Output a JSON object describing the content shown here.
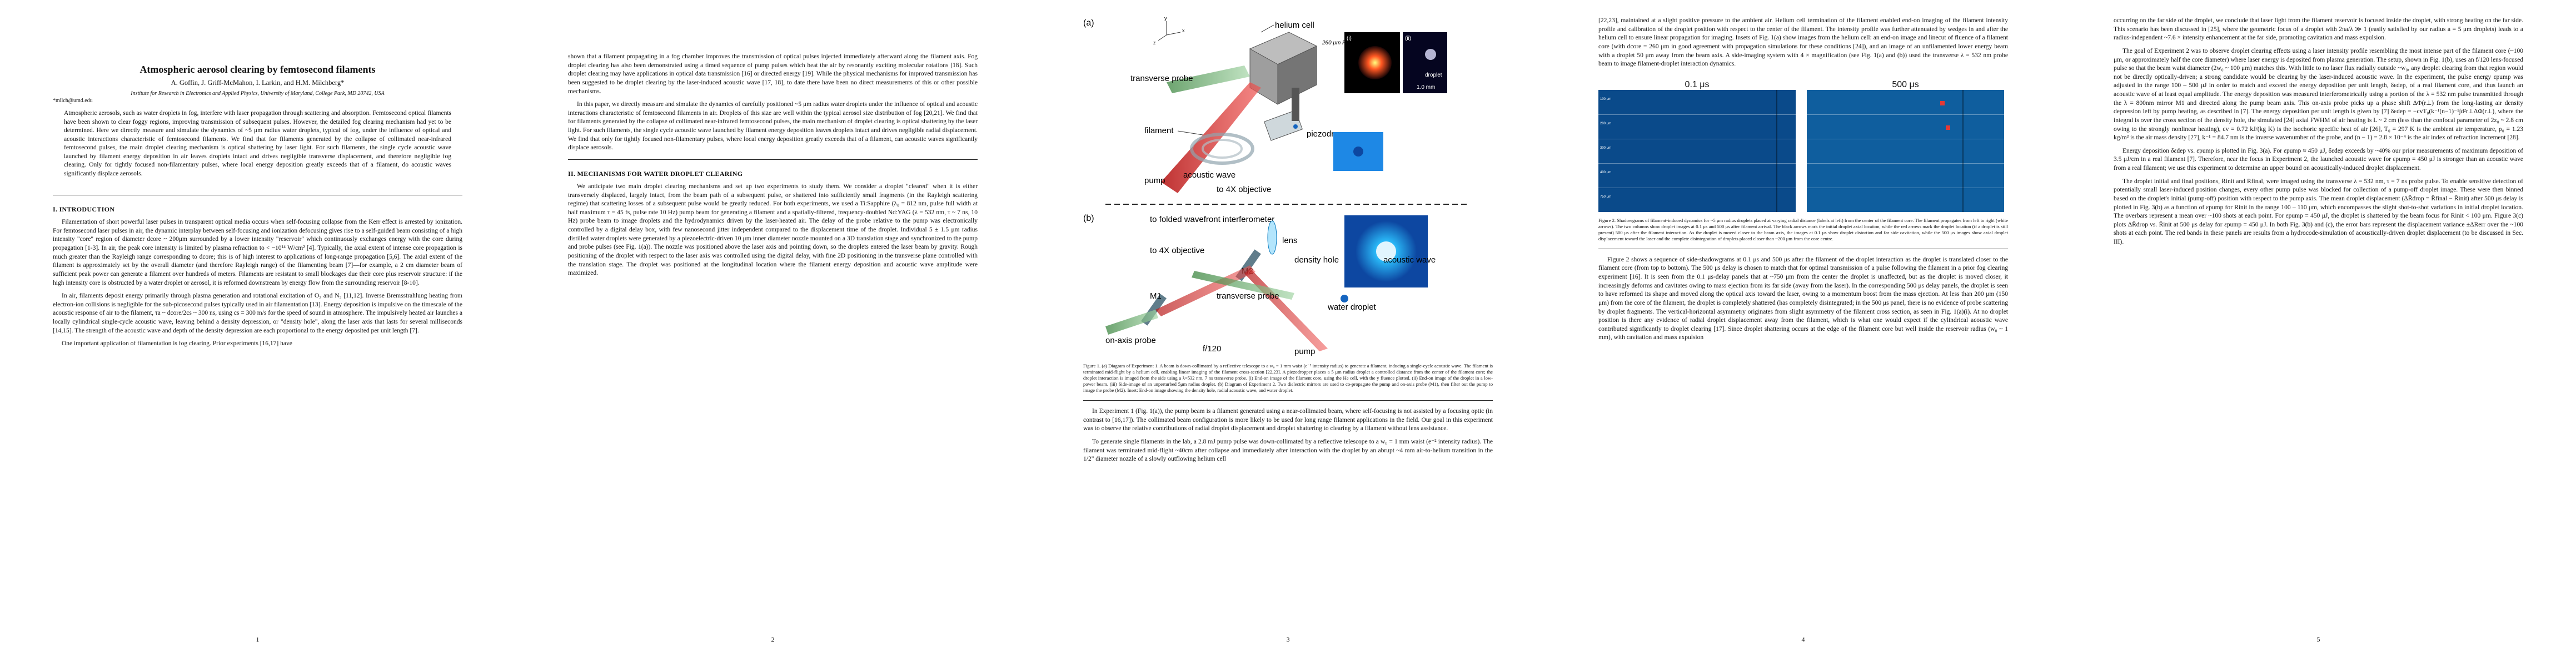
{
  "pages": [
    {
      "number": "1"
    },
    {
      "number": "2"
    },
    {
      "number": "3"
    },
    {
      "number": "4"
    },
    {
      "number": "5"
    }
  ],
  "paper": {
    "title": "Atmospheric aerosol clearing by femtosecond filaments",
    "authors": "A. Goffin, J. Griff-McMahon, I. Larkin, and H.M. Milchberg*",
    "affiliation": "Institute for Research in Electronics and Applied Physics, University of Maryland, College Park, MD 20742, USA",
    "email": "*milch@umd.edu",
    "abstract": "Atmospheric aerosols, such as water droplets in fog, interfere with laser propagation through scattering and absorption. Femtosecond optical filaments have been shown to clear foggy regions, improving transmission of subsequent pulses. However, the detailed fog clearing mechanism had yet to be determined. Here we directly measure and simulate the dynamics of ~5 μm radius water droplets, typical of fog, under the influence of optical and acoustic interactions characteristic of femtosecond filaments. We find that for filaments generated by the collapse of collimated near-infrared femtosecond pulses, the main droplet clearing mechanism is optical shattering by laser light. For such filaments, the single cycle acoustic wave launched by filament energy deposition in air leaves droplets intact and drives negligible transverse displacement, and therefore negligible fog clearing. Only for tightly focused non-filamentary pulses, where local energy deposition greatly exceeds that of a filament, do acoustic waves significantly displace aerosols."
  },
  "page1": {
    "section_intro": "I. INTRODUCTION",
    "p1": "Filamentation of short powerful laser pulses in transparent optical media occurs when self-focusing collapse from the Kerr effect is arrested by ionization. For femtosecond laser pulses in air, the dynamic interplay between self-focusing and ionization defocusing gives rise to a self-guided beam consisting of a high intensity \"core\" region of diameter dcore ~ 200μm surrounded by a lower intensity \"reservoir\" which continuously exchanges energy with the core during propagation [1-3]. In air, the peak core intensity is limited by plasma refraction to < ~10¹⁴ W/cm² [4]. Typically, the axial extent of intense core propagation is much greater than the Rayleigh range corresponding to dcore; this is of high interest to applications of long-range propagation [5,6]. The axial extent of the filament is approximately set by the overall diameter (and therefore Rayleigh range) of the filamenting beam [7]—for example, a 2 cm diameter beam of sufficient peak power can generate a filament over hundreds of meters. Filaments are resistant to small blockages due their core plus reservoir structure: if the high intensity core is obstructed by a water droplet or aerosol, it is reformed downstream by energy flow from the surrounding reservoir [8-10].",
    "p2": "In air, filaments deposit energy primarily through plasma generation and rotational excitation of O₂ and N₂ [11,12]. Inverse Bremsstrahlung heating from electron-ion collisions is negligible for the sub-picosecond pulses typically used in air filamentation [13]. Energy deposition is impulsive on the timescale of the acoustic response of air to the filament, τa ~ dcore/2cs ~ 300 ns, using cs = 300 m/s for the speed of sound in atmosphere. The impulsively heated air launches a locally cylindrical single-cycle acoustic wave, leaving behind a density depression, or \"density hole\", along the laser axis that lasts for several milliseconds [14,15]. The strength of the acoustic wave and depth of the density depression are each proportional to the energy deposited per unit length [7].",
    "p3": "One important application of filamentation is fog clearing. Prior experiments [16,17] have"
  },
  "page2": {
    "p1": "shown that a filament propagating in a fog chamber improves the transmission of optical pulses injected immediately afterward along the filament axis. Fog droplet clearing has also been demonstrated using a timed sequence of pump pulses which heat the air by resonantly exciting molecular rotations [18]. Such droplet clearing may have applications in optical data transmission [16] or directed energy [19]. While the physical mechanisms for improved transmission has been suggested to be droplet clearing by the laser-induced acoustic wave [17, 18], to date there have been no direct measurements of this or other possible mechanisms.",
    "p2": "In this paper, we directly measure and simulate the dynamics of carefully positioned ~5 μm radius water droplets under the influence of optical and acoustic interactions characteristic of femtosecond filaments in air. Droplets of this size are well within the typical aerosol size distribution of fog [20,21]. We find that for filaments generated by the collapse of collimated near-infrared femtosecond pulses, the main mechanism of droplet clearing is optical shattering by the laser light. For such filaments, the single cycle acoustic wave launched by filament energy deposition leaves droplets intact and drives negligible radial displacement. We find that only for tightly focused non-filamentary pulses, where local energy deposition greatly exceeds that of a filament, can acoustic waves significantly displace aerosols.",
    "section": "II. MECHANISMS FOR WATER DROPLET CLEARING",
    "p3": "We anticipate two main droplet clearing mechanisms and set up two experiments to study them. We consider a droplet \"cleared\" when it is either transversely displaced, largely intact, from the beam path of a subsequent pulse, or shattered into sufficiently small fragments (in the Rayleigh scattering regime) that scattering losses of a subsequent pulse would be greatly reduced. For both experiments, we used a Ti:Sapphire (λ₀ = 812 nm, pulse full width at half maximum τ = 45 fs, pulse rate 10 Hz) pump beam for generating a filament and a spatially-filtered, frequency-doubled Nd:YAG (λ = 532 nm, τ ~ 7 ns, 10 Hz) probe beam to image droplets and the hydrodynamics driven by the laser-heated air. The delay of the probe relative to the pump was electronically controlled by a digital delay box, with few nanosecond jitter independent compared to the displacement time of the droplet. Individual 5 ± 1.5 μm radius distilled water droplets were generated by a piezoelectric-driven 10 μm inner diameter nozzle mounted on a 3D translation stage and synchronized to the pump and probe pulses (see Fig. 1(a)). The nozzle was positioned above the laser axis and pointing down, so the droplets entered the laser beam by gravity. Rough positioning of the droplet with respect to the laser axis was controlled using the digital delay, with fine 2D positioning in the transverse plane controlled with the translation stage. The droplet was positioned at the longitudinal location where the filament energy deposition and acoustic wave amplitude were maximized."
  },
  "page3": {
    "fig": {
      "label_a": "(a)",
      "label_b": "(b)",
      "helium_cell": "helium cell",
      "transverse_probe": "transverse probe",
      "filament": "filament",
      "pump": "pump",
      "acoustic_wave": "acoustic wave",
      "objective_4x": "to 4X objective",
      "piezodropper": "piezodropper",
      "fwhm": "260 μm FWHM",
      "inset_i": "(i)",
      "inset_ii": "(ii)",
      "droplet": "droplet",
      "scale": "1.0 mm",
      "axis_x": "x",
      "axis_y": "y",
      "axis_z": "z",
      "wavefront": "to folded wavefront interferometer",
      "objective_4x_b": "to 4X objective",
      "m2": "M2",
      "m1": "M1",
      "lens": "lens",
      "density_hole": "density hole",
      "acoustic_wave_b": "acoustic wave",
      "transverse_probe_b": "transverse probe",
      "onaxis_probe": "on-axis probe",
      "water_droplet": "water droplet",
      "f120": "f/120",
      "pump_b": "pump"
    },
    "caption": "Figure 1. (a) Diagram of Experiment 1. A beam is down-collimated by a reflective telescope to a w₀ = 1 mm waist (e⁻² intensity radius) to generate a filament, inducing a single-cycle acoustic wave. The filament is terminated mid-flight by a helium cell, enabling linear imaging of the filament cross-section [22,23]. A piezodropper places a 5 μm radius droplet a controlled distance from the center of the filament core; the droplet interaction is imaged from the side using a λ=532 nm, 7 ns transverse probe. (i) End-on image of the filament core, using the He cell, with the y fluence plotted. (ii) End-on image of the droplet in a low-power beam. (iii) Side-image of an unperturbed 5μm radius droplet. (b) Diagram of Experiment 2. Two dielectric mirrors are used to co-propagate the pump and on-axis probe (M1), then filter out the pump to image the probe (M2). Inset: End-on image showing the density hole, radial acoustic wave, and water droplet.",
    "p1": "In Experiment 1 (Fig. 1(a)), the pump beam is a filament generated using a near-collimated beam, where self-focusing is not assisted by a focusing optic (in contrast to [16,17]). The collimated beam configuration is more likely to be used for long range filament applications in the field. Our goal in this experiment was to observe the relative contributions of radial droplet displacement and droplet shattering to clearing by a filament without lens assistance.",
    "p2": "To generate single filaments in the lab, a 2.8 mJ pump pulse was down-collimated by a reflective telescope to a w₀ = 1 mm waist (e⁻² intensity radius). The filament was terminated mid-flight ~40cm after collapse and immediately after interaction with the droplet by an abrupt ~4 mm air-to-helium transition in the 1/2\" diameter nozzle of a slowly outflowing helium cell"
  },
  "page4": {
    "p1": "[22,23], maintained at a slight positive pressure to the ambient air. Helium cell termination of the filament enabled end-on imaging of the filament intensity profile and calibration of the droplet position with respect to the center of the filament. The intensity profile was further attenuated by wedges in and after the helium cell to ensure linear propagation for imaging. Insets of Fig. 1(a) show images from the helium cell: an end-on image and linecut of fluence of a filament core (with dcore = 260 μm in good agreement with propagation simulations for these conditions [24]), and an image of an unfilamented lower energy beam with a droplet 50 μm away from the beam axis. A side-imaging system with 4 × magnification (see Fig. 1(a) and (b)) used the transverse λ = 532 nm probe beam to image filament-droplet interaction dynamics.",
    "fig": {
      "t1": "0.1 μs",
      "t2": "500 μs",
      "scales": [
        "100 μm",
        "200 μm",
        "300 μm",
        "400 μm",
        "750 μm"
      ]
    },
    "caption": "Figure 2. Shadowgrams of filament-induced dynamics for ~5 μm radius droplets placed at varying radial distance (labels at left) from the center of the filament core. The filament propagates from left to right (white arrows). The two columns show droplet images at 0.1 μs and 500 μs after filament arrival. The black arrows mark the initial droplet axial location, while the red arrows mark the droplet location (if a droplet is still present) 500 μs after the filament interaction. As the droplet is moved closer to the beam axis, the images at 0.1 μs show droplet distortion and far side cavitation, while the 500 μs images show axial droplet displacement toward the laser and the complete disintegration of droplets placed closer than ~200 μm from the core centre.",
    "p2": "Figure 2 shows a sequence of side-shadowgrams at 0.1 μs and 500 μs after the filament of the droplet interaction as the droplet is translated closer to the filament core (from top to bottom). The 500 μs delay is chosen to match that for optimal transmission of a pulse following the filament in a prior fog clearing experiment [16]. It is seen from the 0.1 μs-delay panels that at ~750 μm from the center the droplet is unaffected, but as the droplet is moved closer, it increasingly deforms and cavitates owing to mass ejection from its far side (away from the laser). In the corresponding 500 μs delay panels, the droplet is seen to have reformed its shape and moved along the optical axis toward the laser, owing to a momentum boost from the mass ejection. At less than 200 μm (150 μm) from the core of the filament, the droplet is completely shattered (has completely disintegrated; in the 500 μs panel, there is no evidence of probe scattering by droplet fragments. The vertical-horizontal asymmetry originates from slight asymmetry of the filament cross section, as seen in Fig. 1(a)(i). At no droplet position is there any evidence of radial droplet displacement away from the filament, which is what one would expect if the cylindrical acoustic wave contributed significantly to droplet clearing [17]. Since droplet shattering occurs at the edge of the filament core but well inside the reservoir radius (w₀ ~ 1 mm), with cavitation and mass expulsion"
  },
  "page5": {
    "p1": "occurring on the far side of the droplet, we conclude that laser light from the filament reservoir is focused inside the droplet, with strong heating on the far side. This scenario has been discussed in [25], where the geometric focus of a droplet with 2πa/λ ≫ 1 (easily satisfied by our radius a = 5 μm droplets) leads to a radius-independent ~7.6 × intensity enhancement at the far side, promoting cavitation and mass expulsion.",
    "p2": "The goal of Experiment 2 was to observe droplet clearing effects using a laser intensity profile resembling the most intense part of the filament core (~100 μm, or approximately half the core diameter) where laser energy is deposited from plasma generation. The setup, shown in Fig. 1(b), uses an f/120 lens-focused pulse so that the beam waist diameter (2w₀ ~ 100 μm) matches this. With little to no laser flux radially outside ~w₀, any droplet clearing from that region would not be directly optically-driven; a strong candidate would be clearing by the laser-induced acoustic wave. In the experiment, the pulse energy εpump was adjusted in the range 100 – 500 μJ in order to match and exceed the energy deposition per unit length, δεdep, of a real filament core, and thus launch an acoustic wave of at least equal amplitude. The energy deposition was measured interferometrically using a portion of the λ = 532 nm pulse transmitted through the λ = 800nm mirror M1 and directed along the pump beam axis. This on-axis probe picks up a phase shift ΔΦ(r⊥) from the long-lasting air density depression left by pump heating, as described in [7]. The energy deposition per unit length is given by [7] δεdep = −cvT₀(k⁻¹(n−1)⁻¹∫d²r⊥ΔΦ(r⊥), where the integral is over the cross section of the density hole, the simulated [24] axial FWHM of air heating is L ~ 2 cm (less than the confocal parameter of 2z₀ ~ 2.8 cm owing to the strongly nonlinear heating), cv = 0.72 kJ/(kg K) is the isochoric specific heat of air [26], T₀ = 297 K is the ambient air temperature, ρ₀ = 1.23 kg/m³ is the air mass density [27], k⁻¹ = 84.7 nm is the inverse wavenumber of the probe, and (n − 1) = 2.8 × 10⁻⁴ is the air index of refraction increment [28].",
    "p3": "Energy deposition δεdep vs. εpump is plotted in Fig. 3(a). For εpump ≈ 450 μJ, δεdep exceeds by ~40% our prior measurements of maximum deposition of 3.5 μJ/cm in a real filament [7]. Therefore, near the focus in Experiment 2, the launched acoustic wave for εpump = 450 μJ is stronger than an acoustic wave from a real filament; we use this experiment to determine an upper bound on acoustically-induced droplet displacement.",
    "p4": "The droplet initial and final positions, Rinit and Rfinal, were imaged using the transverse λ = 532 nm, τ = 7 ns probe pulse. To enable sensitive detection of potentially small laser-induced position changes, every other pump pulse was blocked for collection of a pump-off droplet image. These were then binned based on the droplet's initial (pump-off) position with respect to the pump axis. The mean droplet displacement (ΔR̄drop = R̄final − R̄init) after 500 μs delay is plotted in Fig. 3(b) as a function of εpump for Rinit in the range 100 – 110 μm, which encompasses the slight shot-to-shot variations in initial droplet location. The overbars represent a mean over ~100 shots at each point. For εpump = 450 μJ, the droplet is shattered by the beam focus for Rinit < 100 μm. Figure 3(c) plots ΔR̄drop vs. R̄init at 500 μs delay for εpump = 450 μJ. In both Fig. 3(b) and (c), the error bars represent the displacement variance ±ΔRerr over the ~100 shots at each point. The red bands in these panels are results from a hydrocode-simulation of acoustically-driven droplet displacement (to be discussed in Sec. III)."
  }
}
